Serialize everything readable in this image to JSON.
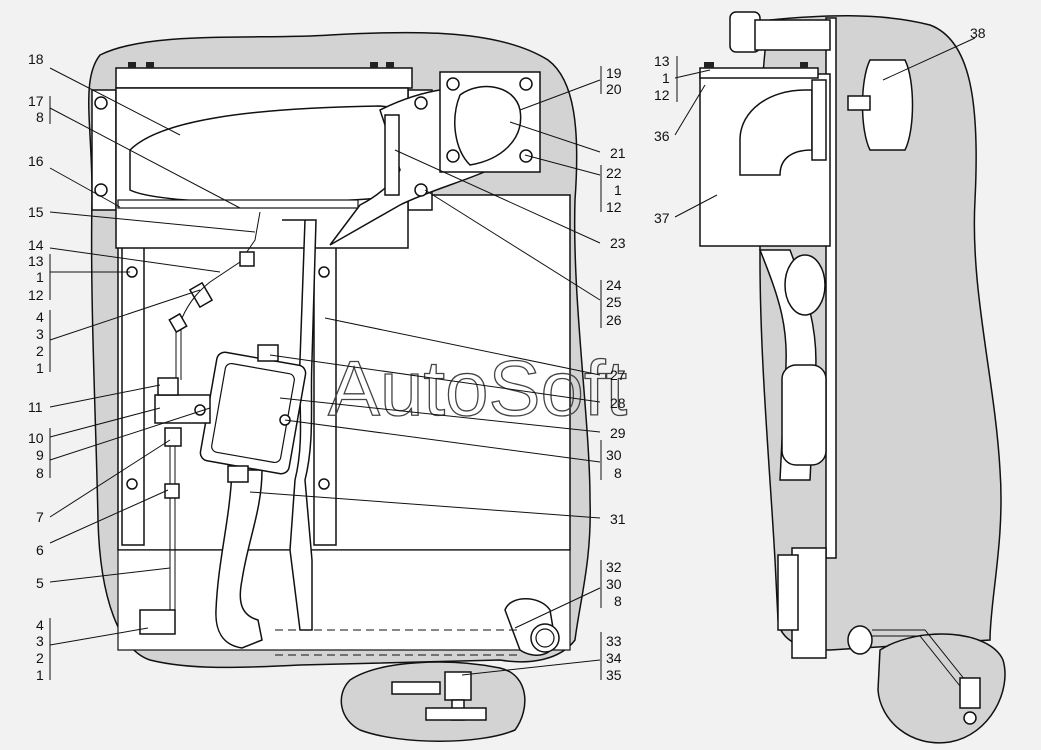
{
  "watermark": "AutoSoft",
  "labels": [
    {
      "id": "18",
      "text": "18"
    },
    {
      "id": "17",
      "text": "17"
    },
    {
      "id": "8a",
      "text": "8"
    },
    {
      "id": "16",
      "text": "16"
    },
    {
      "id": "15",
      "text": "15"
    },
    {
      "id": "14",
      "text": "14"
    },
    {
      "id": "13a",
      "text": "13"
    },
    {
      "id": "1a",
      "text": "1"
    },
    {
      "id": "12a",
      "text": "12"
    },
    {
      "id": "4a",
      "text": "4"
    },
    {
      "id": "3a",
      "text": "3"
    },
    {
      "id": "2a",
      "text": "2"
    },
    {
      "id": "1b",
      "text": "1"
    },
    {
      "id": "11",
      "text": "11"
    },
    {
      "id": "10",
      "text": "10"
    },
    {
      "id": "9",
      "text": "9"
    },
    {
      "id": "8b",
      "text": "8"
    },
    {
      "id": "7",
      "text": "7"
    },
    {
      "id": "6",
      "text": "6"
    },
    {
      "id": "5",
      "text": "5"
    },
    {
      "id": "4b",
      "text": "4"
    },
    {
      "id": "3b",
      "text": "3"
    },
    {
      "id": "2b",
      "text": "2"
    },
    {
      "id": "1c",
      "text": "1"
    },
    {
      "id": "19",
      "text": "19"
    },
    {
      "id": "20",
      "text": "20"
    },
    {
      "id": "21",
      "text": "21"
    },
    {
      "id": "22",
      "text": "22"
    },
    {
      "id": "1d",
      "text": "1"
    },
    {
      "id": "12b",
      "text": "12"
    },
    {
      "id": "23",
      "text": "23"
    },
    {
      "id": "24",
      "text": "24"
    },
    {
      "id": "25",
      "text": "25"
    },
    {
      "id": "26",
      "text": "26"
    },
    {
      "id": "27",
      "text": "27"
    },
    {
      "id": "28",
      "text": "28"
    },
    {
      "id": "29",
      "text": "29"
    },
    {
      "id": "30a",
      "text": "30"
    },
    {
      "id": "8c",
      "text": "8"
    },
    {
      "id": "31",
      "text": "31"
    },
    {
      "id": "32",
      "text": "32"
    },
    {
      "id": "30b",
      "text": "30"
    },
    {
      "id": "8d",
      "text": "8"
    },
    {
      "id": "33",
      "text": "33"
    },
    {
      "id": "34",
      "text": "34"
    },
    {
      "id": "35",
      "text": "35"
    },
    {
      "id": "13b",
      "text": "13"
    },
    {
      "id": "1e",
      "text": "1"
    },
    {
      "id": "12c",
      "text": "12"
    },
    {
      "id": "36",
      "text": "36"
    },
    {
      "id": "37",
      "text": "37"
    },
    {
      "id": "38",
      "text": "38"
    }
  ]
}
